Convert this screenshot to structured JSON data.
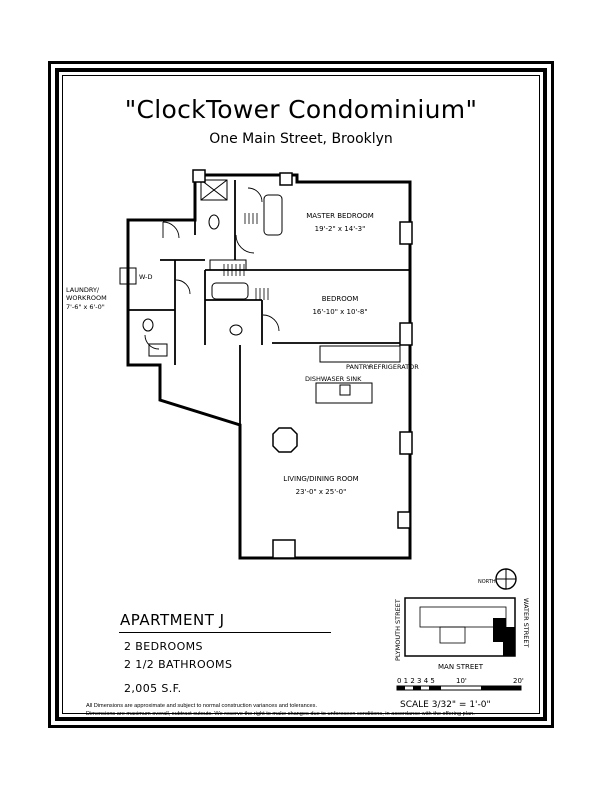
{
  "header": {
    "title": "\"ClockTower Condominium\"",
    "address": "One Main Street, Brooklyn"
  },
  "rooms": {
    "master_bedroom": {
      "name": "MASTER BEDROOM",
      "dims": "19'-2\" x 14'-3\""
    },
    "bedroom": {
      "name": "BEDROOM",
      "dims": "16'-10\" x 10'-8\""
    },
    "laundry": {
      "name_line1": "LAUNDRY/",
      "name_line2": "WORKROOM",
      "dims": "7'-6\" x 6'-0\""
    },
    "living": {
      "name": "LIVING/DINING ROOM",
      "dims": "23'-0\" x 25'-0\""
    },
    "wd": "W-D",
    "pantry": "PANTRY",
    "refrigerator": "REFRIGERATOR",
    "dishwasher_sink": "DISHWASER SINK"
  },
  "apartment": {
    "name": "APARTMENT J",
    "bedrooms": "2 BEDROOMS",
    "bathrooms": "2 1/2 BATHROOMS",
    "area": "2,005 S.F."
  },
  "keyplan": {
    "north": "NORTH",
    "west_street": "PLYMOUTH STREET",
    "east_street": "WATER STREET",
    "south_street": "MAN STREET"
  },
  "scale": {
    "small_ticks": "0 1 2 3 4 5",
    "ten": "10'",
    "twenty": "20'",
    "label": "SCALE 3/32\" = 1'-0\""
  },
  "disclaimer": {
    "line1": "All Dimensions are approximate and subject to normal construction variances and tolerances.",
    "line2": "Dimensions are maximum overall, subtract cutouts.  We reserve the right to make changes due to unforeseen conditions, in accordance with the offering plan."
  }
}
